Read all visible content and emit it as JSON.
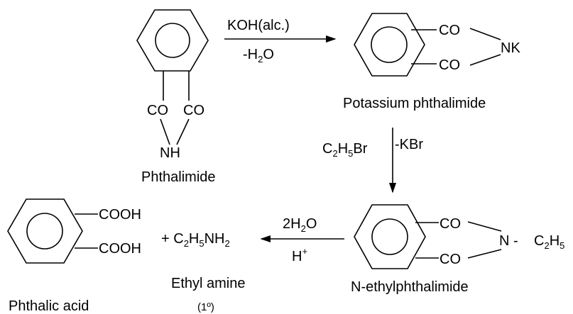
{
  "phthalimide": {
    "co_left": "CO",
    "co_right": "CO",
    "nh": "NH",
    "name": "Phthalimide"
  },
  "step1": {
    "reagent": "KOH(alc.)",
    "byproduct_prefix": "-H",
    "byproduct_sub": "2",
    "byproduct_suffix": "O"
  },
  "potassium_phthalimide": {
    "co_top": "CO",
    "co_bottom": "CO",
    "nk": "NK",
    "name": "Potassium phthalimide"
  },
  "step2": {
    "reagent": [
      "C",
      "2",
      "H",
      "5",
      "Br"
    ],
    "byproduct": "-KBr"
  },
  "n_ethylphthalimide": {
    "co_top": "CO",
    "co_bottom": "CO",
    "n_group": "N -",
    "ethyl": [
      "C",
      "2",
      "H",
      "5"
    ],
    "name": "N-ethylphthalimide"
  },
  "step3": {
    "reagent": [
      "2H",
      "2",
      "O"
    ],
    "catalyst": [
      "H",
      "+"
    ]
  },
  "phthalic_acid": {
    "cooh_top": "COOH",
    "cooh_bottom": "COOH",
    "name": "Phthalic acid"
  },
  "ethyl_amine": {
    "formula": [
      "+ C",
      "2",
      "H",
      "5",
      "NH",
      "2"
    ],
    "name": "Ethyl amine",
    "note": "(1º)"
  }
}
